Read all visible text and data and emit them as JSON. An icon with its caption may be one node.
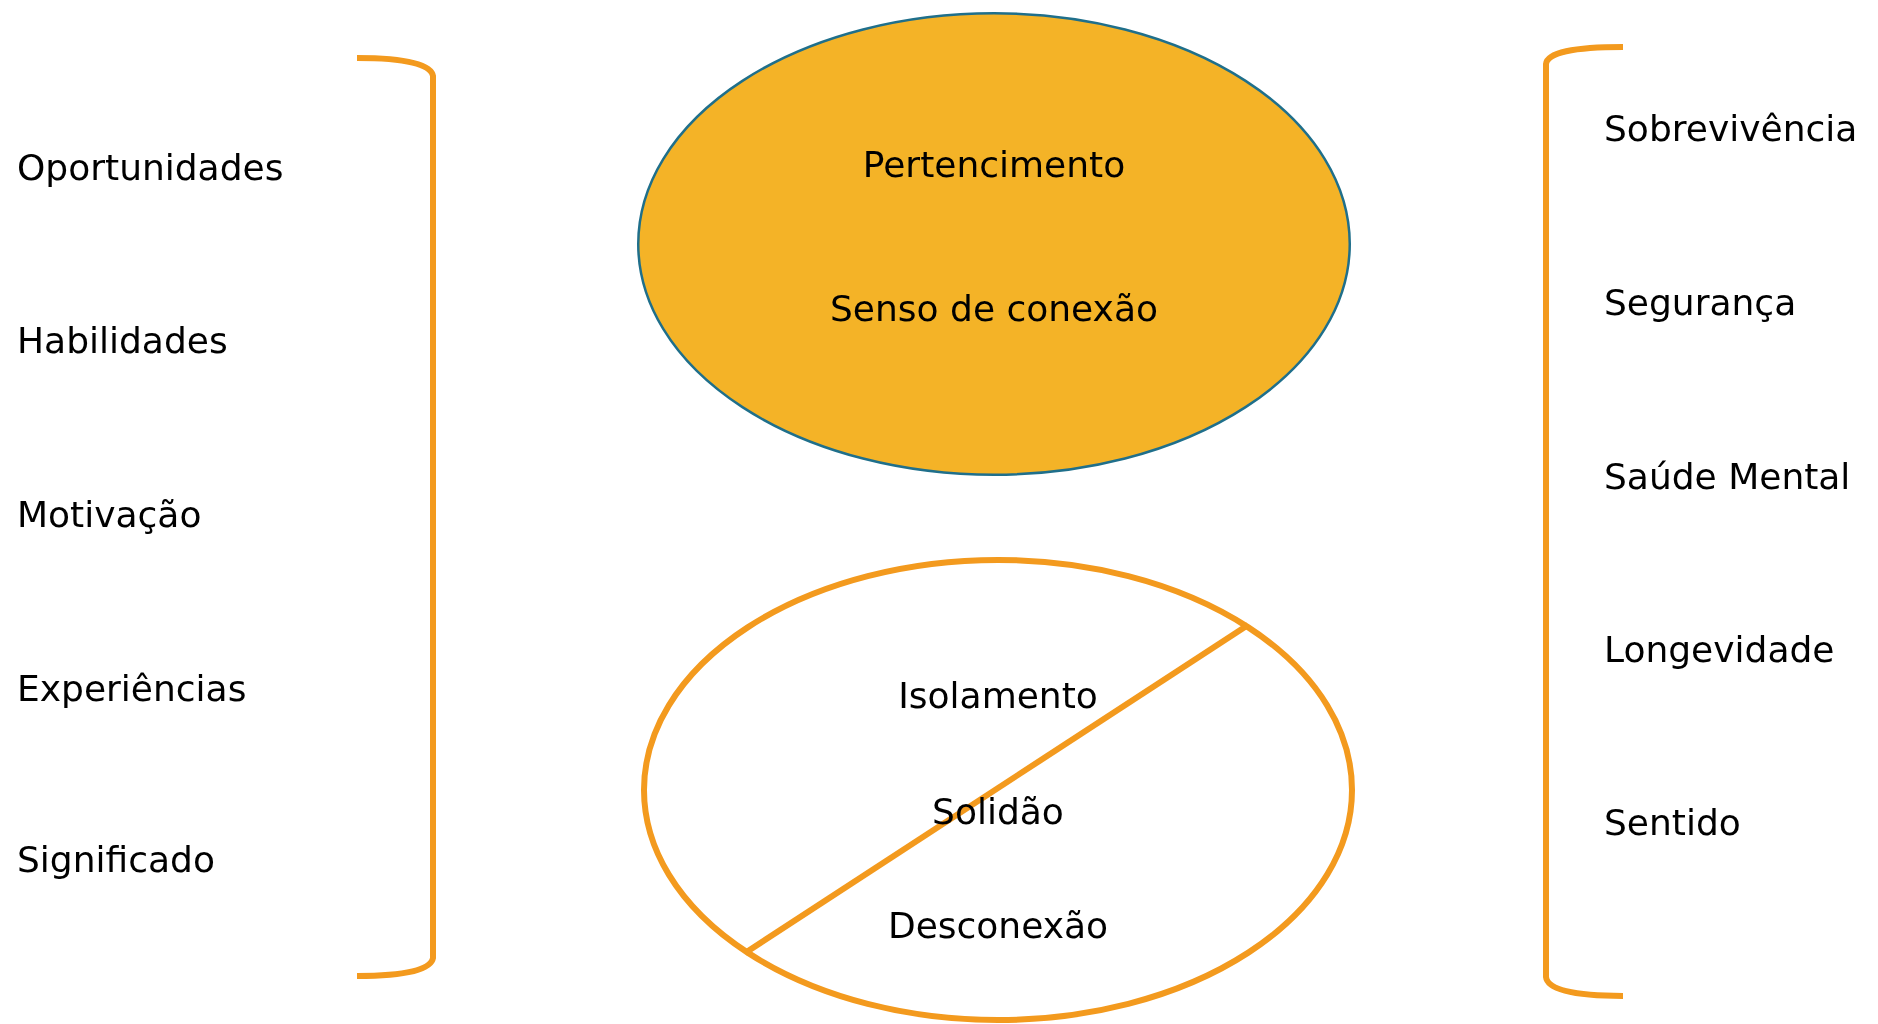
{
  "diagram": {
    "nodes": [
      {
        "text": [
          "Pertencimento",
          "Senso de conexão"
        ]
      },
      {
        "text": [
          "Isolamento",
          "Solidão",
          "Desconexão"
        ]
      }
    ],
    "labels": [
      "Oportunidades",
      "Habilidades",
      "Motivação",
      "Experiências",
      "Significado",
      "Sobrevivência",
      "Segurança",
      "Saúde Mental",
      "Longevidade",
      "Sentido"
    ]
  }
}
